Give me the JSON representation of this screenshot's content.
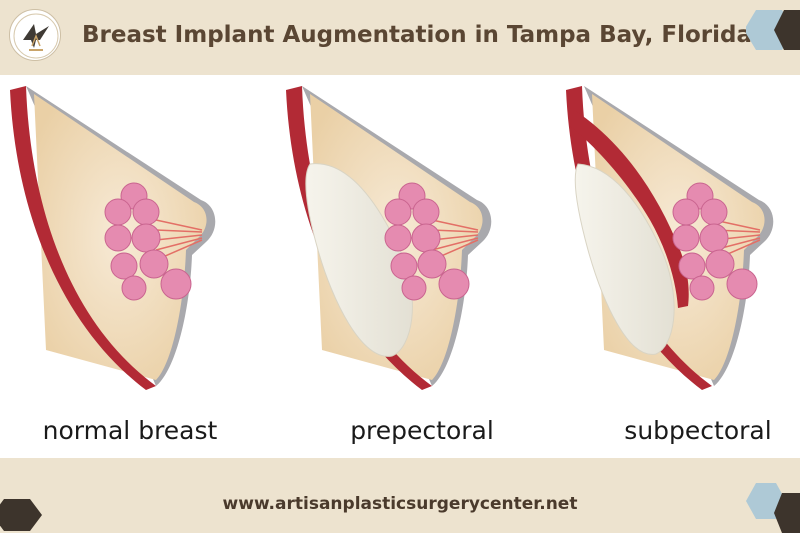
{
  "header": {
    "title": "Breast Implant Augmentation in Tampa Bay, Florida",
    "logo_icon": "heron-logo-icon"
  },
  "illustrations": [
    {
      "caption": "normal breast",
      "type": "normal"
    },
    {
      "caption": "prepectoral",
      "type": "prepectoral"
    },
    {
      "caption": "subpectoral",
      "type": "subpectoral"
    }
  ],
  "footer": {
    "url": "www.artisanplasticsurgerycenter.net"
  },
  "colors": {
    "band": "#ede3cf",
    "title": "#5a4633",
    "hex_light": "#aec9d6",
    "hex_dark": "#3d342c",
    "muscle": "#b22a35",
    "fat": "#f0dcc0",
    "gland": "#e58bb0",
    "implant": "#f1efe6",
    "skin": "#a9a9ad"
  }
}
